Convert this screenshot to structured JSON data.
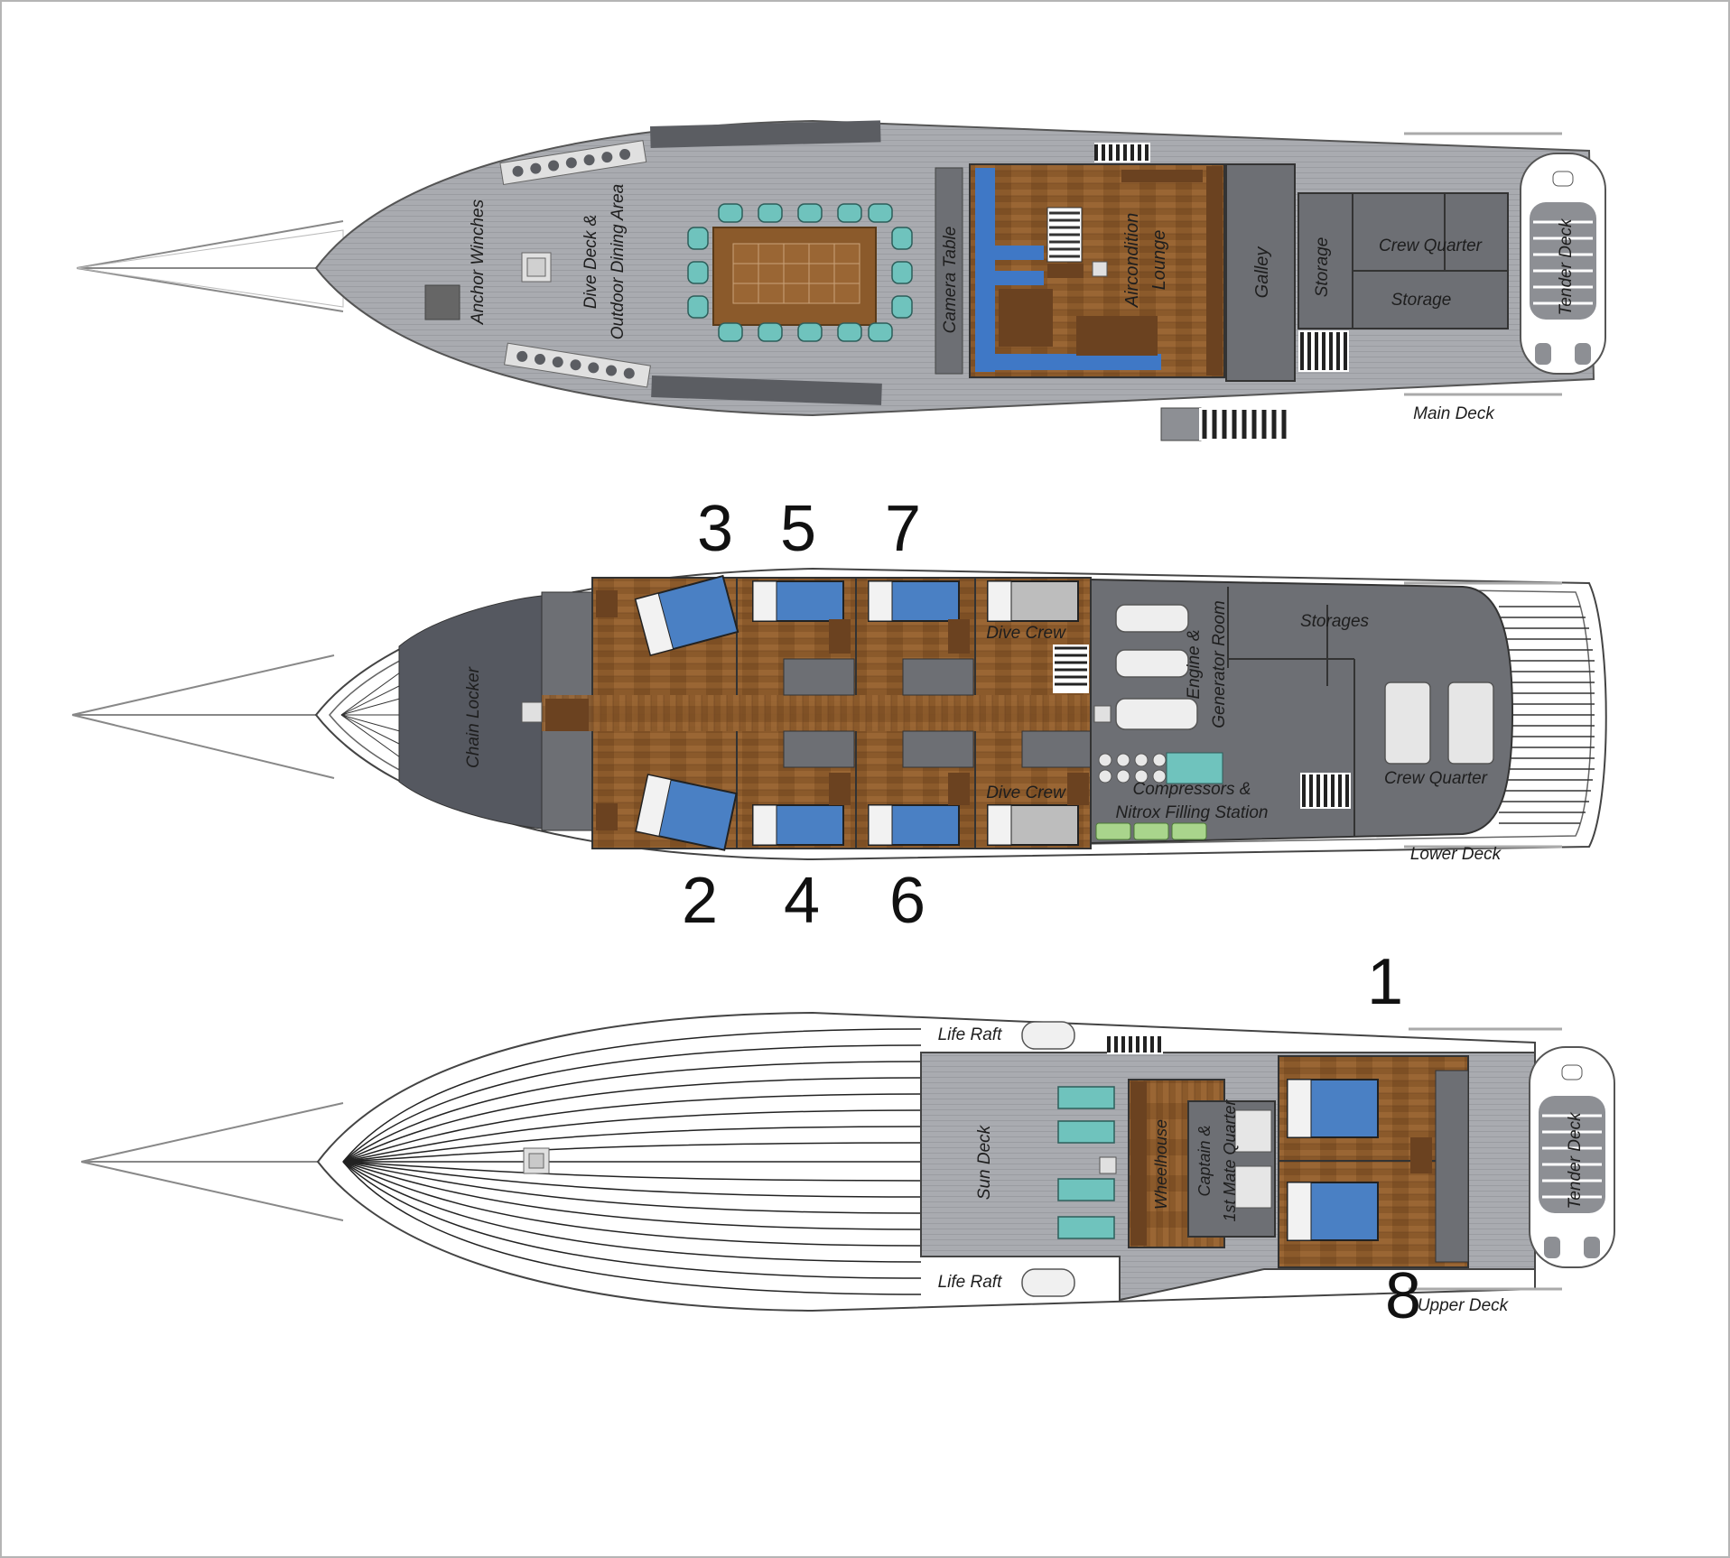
{
  "colors": {
    "deck": "#a9abb0",
    "dark_room": "#6d6f74",
    "darker_room": "#555860",
    "wood": "#8b5a2b",
    "wood_light": "#a0703a",
    "bed_blue": "#4a80c4",
    "bed_white": "#f2f2f2",
    "teal": "#6fc3bd",
    "sofa_blue": "#3f78c6",
    "green": "#a9d58c",
    "hull_line": "#333333"
  },
  "main_deck": {
    "name": "Main Deck",
    "areas": {
      "anchor_winches": "Anchor Winches",
      "dive_deck_line1": "Dive Deck &",
      "dive_deck_line2": "Outdoor Dining Area",
      "camera_table": "Camera Table",
      "lounge_line1": "Aircondition",
      "lounge_line2": "Lounge",
      "galley": "Galley",
      "storage_vertical": "Storage",
      "crew_quarter": "Crew Quarter",
      "storage": "Storage",
      "tender_deck": "Tender Deck"
    }
  },
  "lower_deck": {
    "name": "Lower Deck",
    "cabin_numbers_top": [
      "3",
      "5",
      "7"
    ],
    "cabin_numbers_bottom": [
      "2",
      "4",
      "6"
    ],
    "areas": {
      "chain_locker": "Chain Locker",
      "dive_crew_top": "Dive Crew",
      "dive_crew_bottom": "Dive Crew",
      "engine_line1": "Engine &",
      "engine_line2": "Generator Room",
      "storages": "Storages",
      "compressors_line1": "Compressors &",
      "compressors_line2": "Nitrox Filling Station",
      "crew_quarter": "Crew Quarter"
    }
  },
  "upper_deck": {
    "name": "Upper Deck",
    "cabin_numbers": [
      "1",
      "8"
    ],
    "areas": {
      "life_raft_top": "Life Raft",
      "life_raft_bottom": "Life Raft",
      "sun_deck": "Sun Deck",
      "wheelhouse": "Wheelhouse",
      "captain_line1": "Captain &",
      "captain_line2": "1st Mate Quarter",
      "tender_deck": "Tender Deck"
    }
  }
}
